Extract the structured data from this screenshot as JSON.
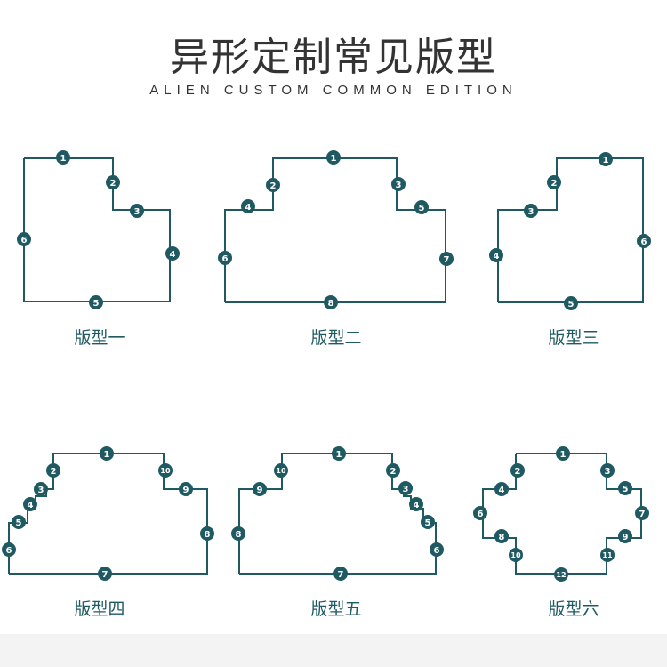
{
  "header": {
    "title": "异形定制常见版型",
    "subtitle": "ALIEN CUSTOM COMMON EDITION"
  },
  "colors": {
    "line": "#1f5a63",
    "marker": "#1f5a63",
    "marker_text": "#ffffff",
    "label": "#1f5a63"
  },
  "shapes": [
    {
      "name": "版型一",
      "sides": [
        "1",
        "2",
        "3",
        "4",
        "5",
        "6"
      ]
    },
    {
      "name": "版型二",
      "sides": [
        "1",
        "2",
        "3",
        "4",
        "5",
        "6",
        "7",
        "8"
      ]
    },
    {
      "name": "版型三",
      "sides": [
        "1",
        "2",
        "3",
        "4",
        "5",
        "6"
      ]
    },
    {
      "name": "版型四",
      "sides": [
        "1",
        "2",
        "3",
        "4",
        "5",
        "6",
        "7",
        "8",
        "9",
        "10"
      ]
    },
    {
      "name": "版型五",
      "sides": [
        "1",
        "2",
        "3",
        "4",
        "5",
        "6",
        "7",
        "8",
        "9",
        "10"
      ]
    },
    {
      "name": "版型六",
      "sides": [
        "1",
        "2",
        "3",
        "4",
        "5",
        "6",
        "7",
        "8",
        "9",
        "10",
        "11",
        "12"
      ]
    }
  ]
}
